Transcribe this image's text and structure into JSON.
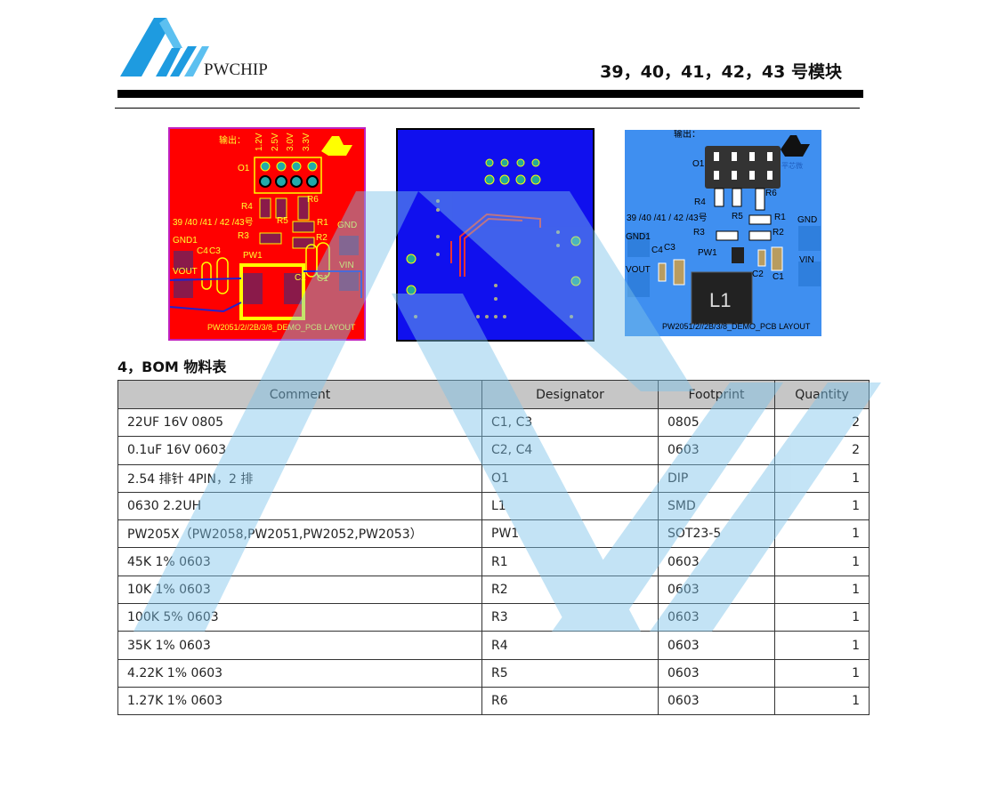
{
  "header": {
    "logo_text": "PWCHIP",
    "title": "39，40，41，42，43 号模块"
  },
  "pcb": {
    "output_label": "输出：",
    "voltages": [
      "1.2V",
      "2.5V",
      "3.0V",
      "3.3V"
    ],
    "labels": {
      "o1": "O1",
      "r4": "R4",
      "r5": "R5",
      "r6": "R6",
      "r1": "R1",
      "r2": "R2",
      "r3": "R3",
      "pw1": "PW1",
      "c1": "C1",
      "c2": "C2",
      "c3": "C3",
      "c4": "C4",
      "gnd": "GND",
      "gnd1": "GND1",
      "vin": "VIN",
      "vout": "VOUT",
      "l1": "L1",
      "models": "39 /40 /41 / 42 /43号",
      "footer": "PW2051/2//2B/3/8_DEMO_PCB LAYOUT",
      "brand_cn": "平芯微"
    }
  },
  "section": {
    "title": "4，BOM 物料表"
  },
  "bom": {
    "headers": [
      "Comment",
      "Designator",
      "Footprint",
      "Quantity"
    ],
    "rows": [
      [
        "22UF 16V 0805",
        "C1, C3",
        "0805",
        "2"
      ],
      [
        "0.1uF 16V 0603",
        "C2, C4",
        "0603",
        "2"
      ],
      [
        "2.54 排针 4PIN，2 排",
        "O1",
        "DIP",
        "1"
      ],
      [
        "0630 2.2UH",
        "L1",
        "SMD",
        "1"
      ],
      [
        "PW205X（PW2058,PW2051,PW2052,PW2053）",
        "PW1",
        "SOT23-5",
        "1"
      ],
      [
        "45K 1% 0603",
        "R1",
        "0603",
        "1"
      ],
      [
        "10K 1% 0603",
        "R2",
        "0603",
        "1"
      ],
      [
        "100K 5% 0603",
        "R3",
        "0603",
        "1"
      ],
      [
        "35K 1% 0603",
        "R4",
        "0603",
        "1"
      ],
      [
        "4.22K 1% 0603",
        "R5",
        "0603",
        "1"
      ],
      [
        "1.27K 1% 0603",
        "R6",
        "0603",
        "1"
      ]
    ]
  },
  "colors": {
    "logo_blue": "#1e9be0",
    "board_red": "#ff0000",
    "board_blue": "#1010ee",
    "board_3d": "#3f8ff0",
    "header_gray": "#c6c6c6"
  }
}
